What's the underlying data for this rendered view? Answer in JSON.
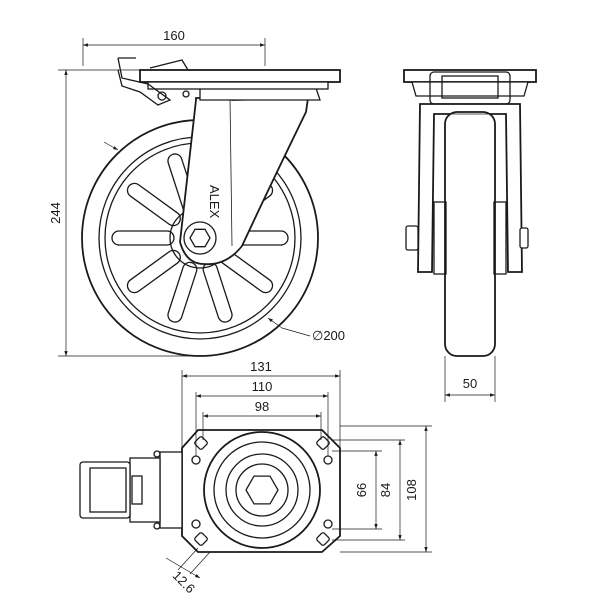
{
  "dimensions": {
    "width_total": "160",
    "height_total": "244",
    "wheel_diameter": "∅200",
    "wheel_width": "50",
    "plate_width": "131",
    "hole_spacing_outer": "110",
    "hole_spacing_inner": "98",
    "slot_spacing_short": "66",
    "slot_spacing_long": "84",
    "plate_length": "108",
    "plate_offset": "12.6"
  },
  "brand_mark": "ALEX"
}
